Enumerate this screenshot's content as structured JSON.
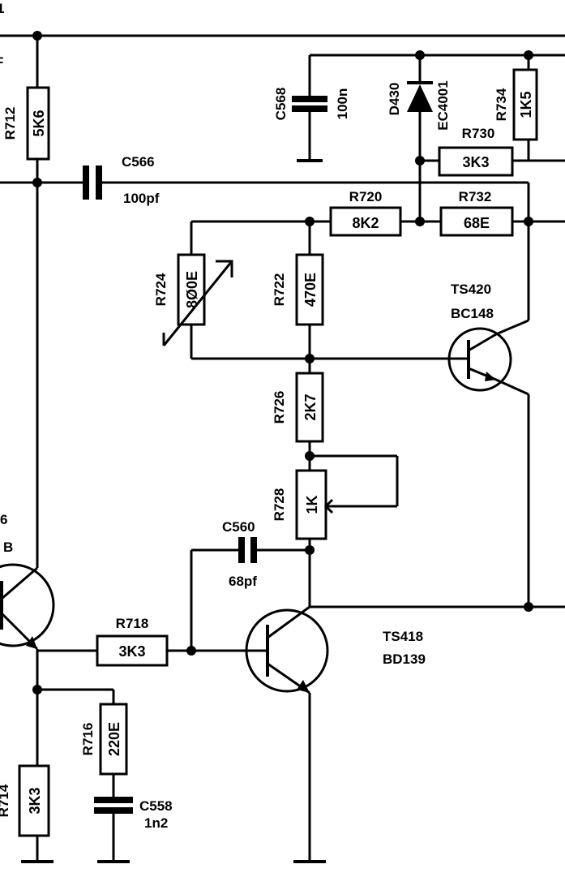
{
  "components": {
    "R712": {
      "ref": "R712",
      "value": "5K6"
    },
    "C566": {
      "ref": "C566",
      "value": "100pf"
    },
    "C568": {
      "ref": "C568",
      "value": "100n"
    },
    "D430": {
      "ref": "D430",
      "value": "EC4001"
    },
    "R734": {
      "ref": "R734",
      "value": "1K5"
    },
    "R730": {
      "ref": "R730",
      "value": "3K3"
    },
    "R720": {
      "ref": "R720",
      "value": "8K2"
    },
    "R732": {
      "ref": "R732",
      "value": "68E"
    },
    "R724": {
      "ref": "R724",
      "value": "8Ø0E"
    },
    "R722": {
      "ref": "R722",
      "value": "470E"
    },
    "TS420": {
      "ref": "TS420",
      "value": "BC148"
    },
    "R726": {
      "ref": "R726",
      "value": "2K7"
    },
    "R728": {
      "ref": "R728",
      "value": "1K"
    },
    "C560": {
      "ref": "C560",
      "value": "68pf"
    },
    "R718": {
      "ref": "R718",
      "value": "3K3"
    },
    "TS418": {
      "ref": "TS418",
      "value": "BD139"
    },
    "R716": {
      "ref": "R716",
      "value": "220E"
    },
    "C558": {
      "ref": "C558",
      "value": "1n2"
    },
    "R714": {
      "ref": "R714",
      "value": "3K3"
    }
  },
  "cut_off_labels": {
    "left_top": "1",
    "left_f": "F",
    "left_transistor_suffix": "B",
    "left_transistor_num": "6"
  }
}
